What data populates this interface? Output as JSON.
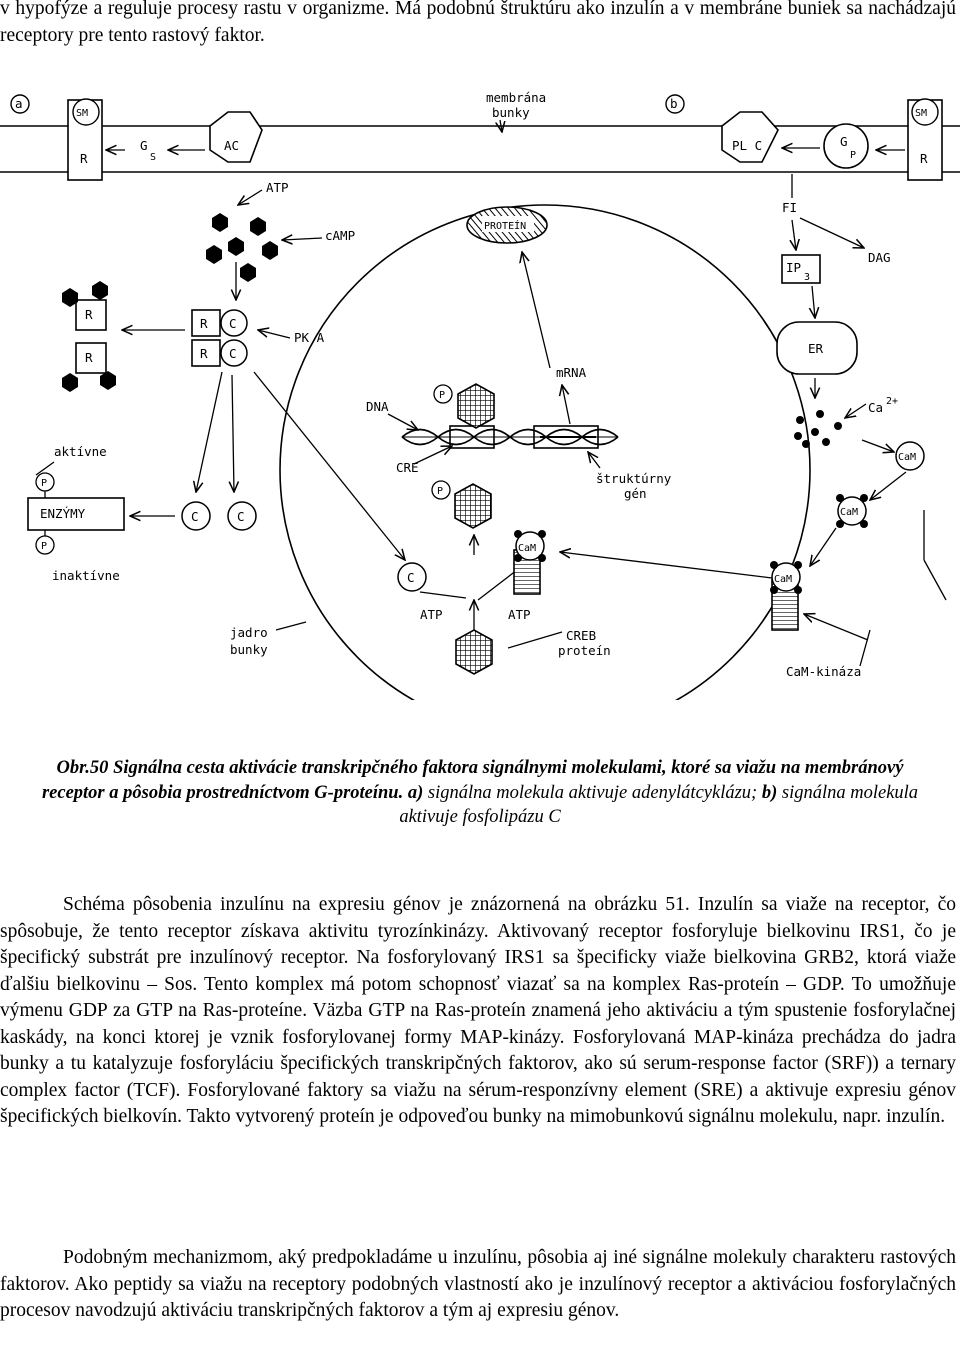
{
  "intro_text": "v hypofýze a reguluje procesy rastu v organizme. Má podobnú štruktúru ako inzulín a v membráne buniek sa nachádzajú receptory pre tento rastový faktor.",
  "diagram": {
    "label_a": "a",
    "label_b": "b",
    "SM": "SM",
    "R": "R",
    "G": "G",
    "G_sub_s": "S",
    "G_sub_p": "P",
    "AC": "AC",
    "PLC": "PL C",
    "membrane_1": "membrána",
    "membrane_2": "bunky",
    "ATP": "ATP",
    "cAMP": "cAMP",
    "protein": "PROTEÍN",
    "FI": "FI",
    "IP": "IP",
    "IP_sub": "3",
    "DAG": "DAG",
    "C": "C",
    "PKA": "PK A",
    "ER": "ER",
    "mRNA": "mRNA",
    "DNA": "DNA",
    "P": "P",
    "Ca": "Ca",
    "Ca_sup": "2+",
    "aktivne": "aktívne",
    "enzymy": "ENZÝMY",
    "inaktivne": "inaktívne",
    "CRE": "CRE",
    "strukturny_1": "štruktúrny",
    "strukturny_2": "gén",
    "CaM": "CaM",
    "jadro_1": "jadro",
    "jadro_2": "bunky",
    "creb_1": "CREB",
    "creb_2": "proteín",
    "cam_kinaza": "CaM-kináza"
  },
  "caption": {
    "fig_label": "Obr.50",
    "bold_title": " Signálna cesta aktivácie transkripčného faktora signálnymi molekulami, ktoré sa viažu na membránový receptor a pôsobia prostredníctvom G-proteínu.",
    "part_a_label": "a)",
    "part_a_text": " signálna molekula aktivuje adenylátcyklázu; ",
    "part_b_label": "b)",
    "part_b_text": " signálna molekula aktivuje fosfolipázu C"
  },
  "body_paragraph_1": "Schéma pôsobenia inzulínu na expresiu génov je znázornená na obrázku 51. Inzulín sa viaže na receptor, čo spôsobuje, že tento receptor získava aktivitu tyrozínkinázy. Aktivovaný receptor fosforyluje bielkovinu IRS1, čo je špecifický substrát pre inzulínový receptor. Na fosforylovaný IRS1 sa špecificky viaže bielkovina GRB2, ktorá viaže ďalšiu bielkovinu – Sos. Tento komplex má potom schopnosť viazať sa na komplex Ras-proteín – GDP. To umožňuje výmenu GDP za GTP na Ras-proteíne. Väzba GTP na Ras-proteín znamená jeho aktiváciu a tým spustenie fosforylačnej kaskády, na konci ktorej je vznik fosforylovanej formy MAP-kinázy. Fosforylovaná MAP-kináza prechádza do jadra bunky a tu katalyzuje fosforyláciu špecifických transkripčných faktorov, ako sú serum-response factor (SRF)) a ternary complex factor (TCF). Fosforylované faktory sa viažu na sérum-responzívny element (SRE) a aktivuje expresiu génov špecifických bielkovín. Takto vytvorený proteín je odpoveďou bunky na mimobunkovú signálnu molekulu, napr. inzulín.",
  "body_paragraph_2": "Podobným mechanizmom, aký predpokladáme u inzulínu, pôsobia aj iné signálne molekuly charakteru rastových faktorov. Ako peptidy sa viažu na receptory podobných vlastností ako je inzulínový receptor a aktiváciou fosforylačných procesov navodzujú aktiváciu transkripčných faktorov a tým aj expresiu génov."
}
